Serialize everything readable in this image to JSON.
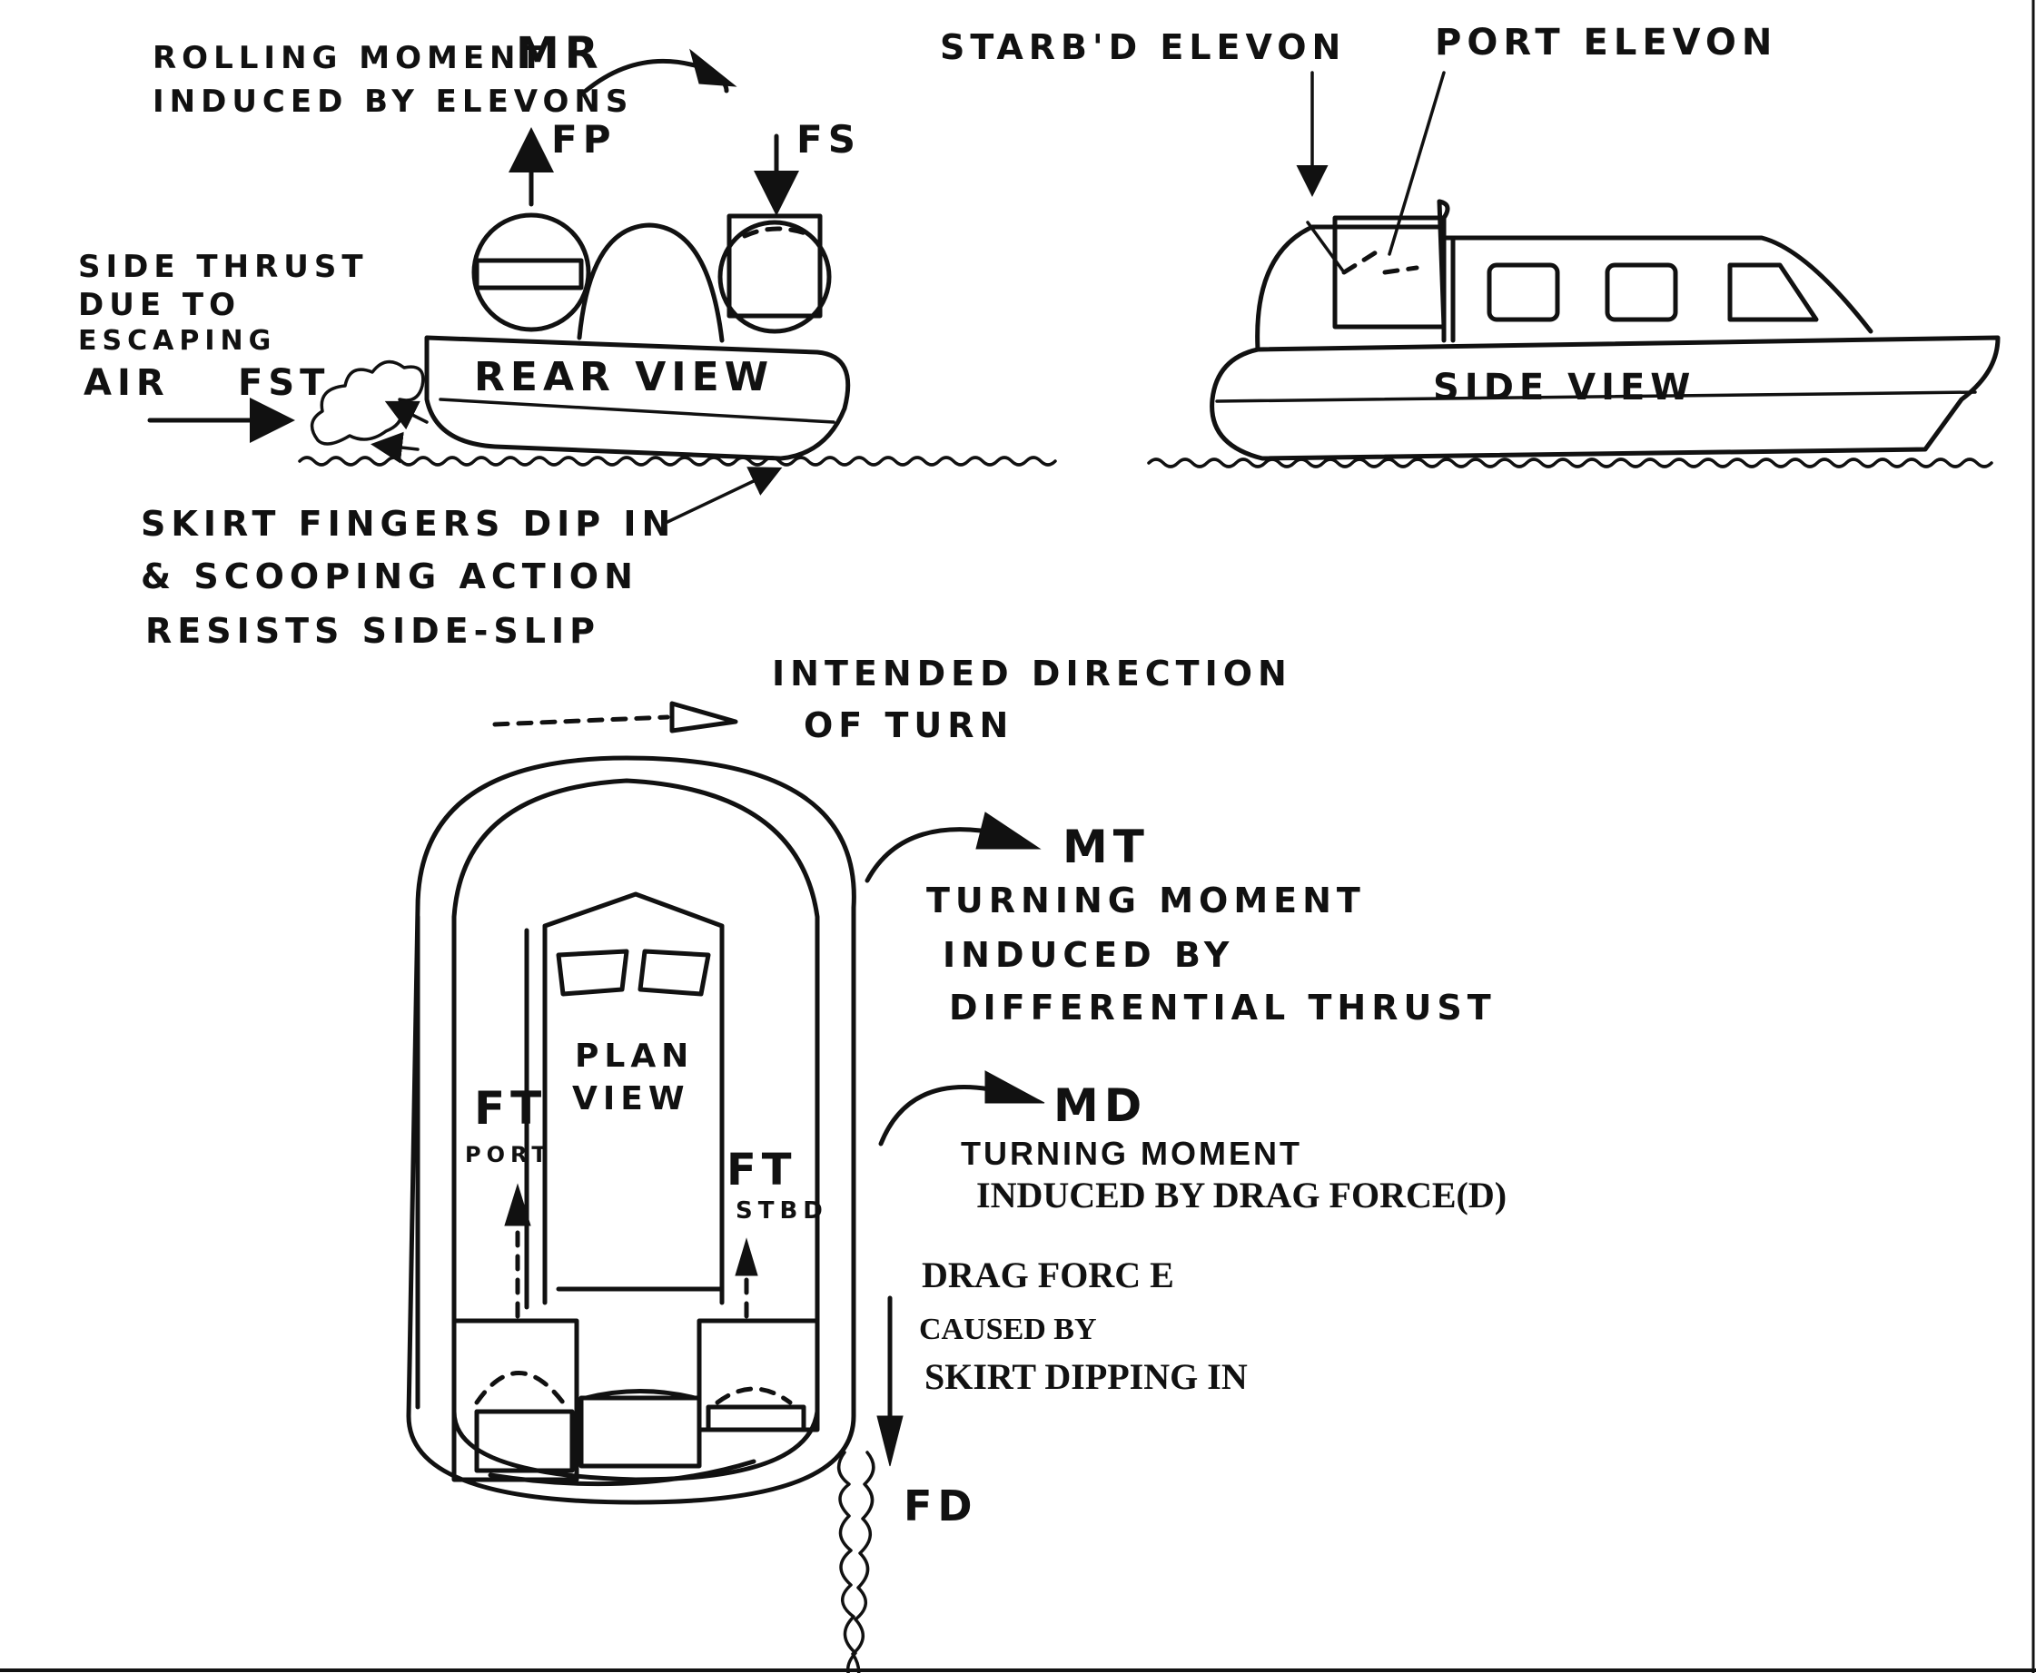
{
  "rear_view": {
    "label": "REAR VIEW",
    "rolling_moment_line1": "ROLLING MOMENT",
    "rolling_moment_symbol": "MR",
    "rolling_moment_line2": "INDUCED BY ELEVONS",
    "fp": "FP",
    "fs": "FS",
    "side_thrust_lines": [
      "SIDE THRUST",
      "DUE TO",
      "ESCAPING",
      "AIR"
    ],
    "fst": "FST",
    "skirt_lines": [
      "SKIRT FINGERS DIP IN",
      "& SCOOPING ACTION",
      "RESISTS SIDE-SLIP"
    ]
  },
  "side_view": {
    "label": "SIDE VIEW",
    "starbd_elevon": "STARB'D ELEVON",
    "port_elevon": "PORT ELEVON"
  },
  "plan_view": {
    "label_line1": "PLAN",
    "label_line2": "VIEW",
    "intended_line1": "INTENDED DIRECTION",
    "intended_line2": "OF TURN",
    "mt": "MT",
    "mt_lines": [
      "TURNING MOMENT",
      "INDUCED BY",
      "DIFFERENTIAL THRUST"
    ],
    "md": "MD",
    "md_lines": [
      "TURNING MOMENT",
      "INDUCED BY DRAG FORCE(D)"
    ],
    "ft_port_symbol": "FT",
    "ft_port_sub": "PORT",
    "ft_stbd_symbol": "FT",
    "ft_stbd_sub": "STBD",
    "drag_lines": [
      "DRAG FORC E",
      "CAUSED BY",
      "SKIRT DIPPING IN"
    ],
    "fd": "FD"
  }
}
